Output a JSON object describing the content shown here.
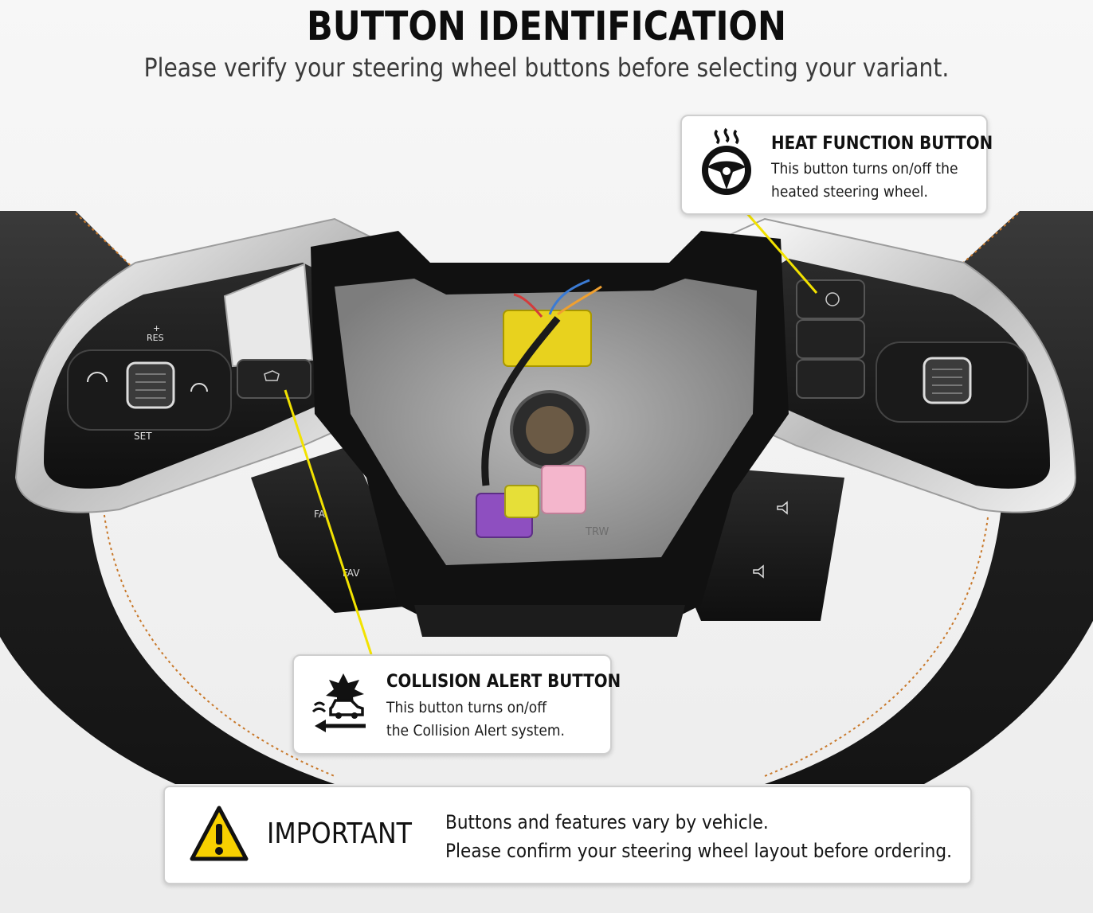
{
  "header": {
    "title": "BUTTON IDENTIFICATION",
    "subtitle": "Please verify your steering wheel buttons before selecting your variant."
  },
  "wheel_labels": {
    "res": "RES",
    "set": "SET",
    "fav_upper": "FA",
    "fav_lower": "FAV",
    "airbag_mark": "TRW",
    "plus_sign": "+"
  },
  "callouts": {
    "heat": {
      "title": "HEAT FUNCTION BUTTON",
      "line1": "This button turns on/off the",
      "line2": "heated steering wheel.",
      "icon": "heated-steering-wheel-icon"
    },
    "collision": {
      "title": "COLLISION ALERT BUTTON",
      "line1": "This button turns on/off",
      "line2": "the Collision Alert system.",
      "icon": "collision-alert-icon"
    }
  },
  "important": {
    "label": "IMPORTANT",
    "line1": "Buttons and features vary by vehicle.",
    "line2": "Please confirm your steering wheel layout before ordering.",
    "icon": "warning-triangle-icon"
  },
  "colors": {
    "leader_line": "#f2e200",
    "warning_yellow": "#f7d000",
    "leather": "#1f1f1f",
    "stitch": "#c8782a",
    "hub_grey": "#9a9a9a"
  }
}
